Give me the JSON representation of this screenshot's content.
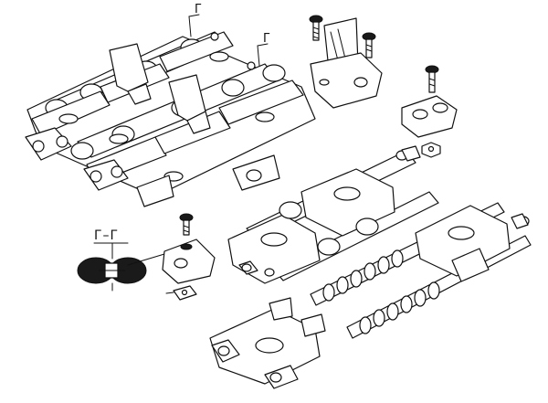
{
  "labels": {
    "section_label": "Г–Г",
    "marker_1": "Г",
    "marker_2": "Г"
  },
  "icons": {
    "bolt": "bolt-icon",
    "nut": "nut-icon"
  },
  "colors": {
    "line": "#111111",
    "background": "#ffffff"
  }
}
